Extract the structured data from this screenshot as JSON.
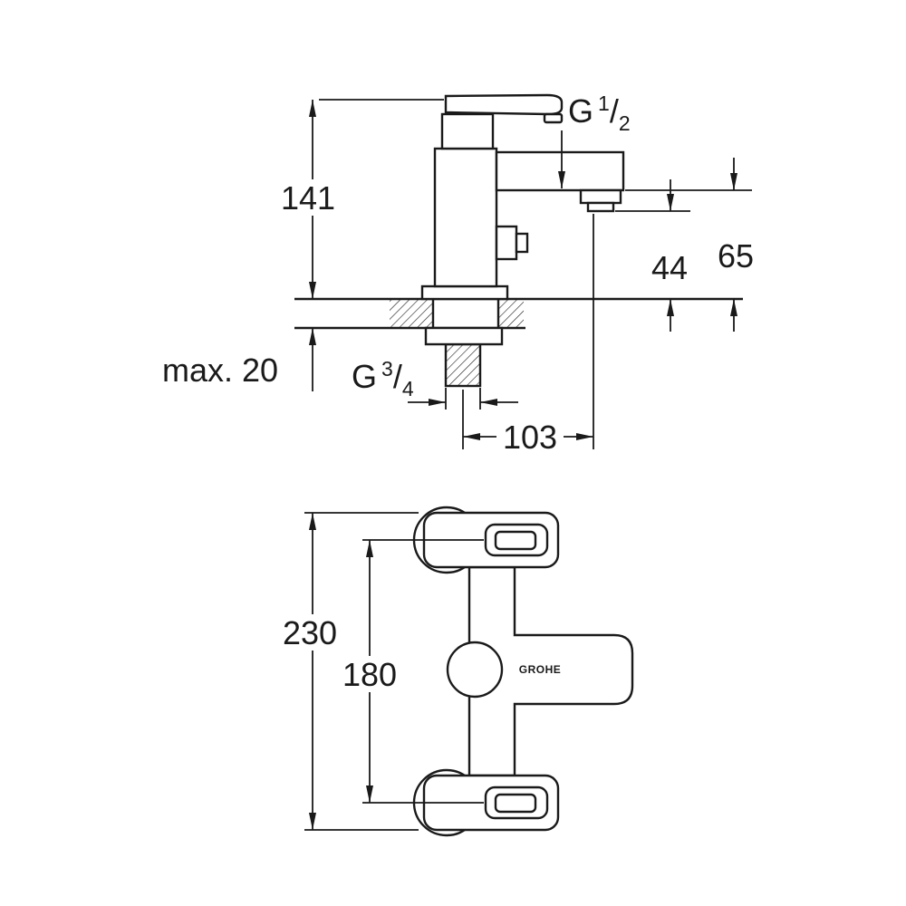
{
  "drawing": {
    "side_view": {
      "height_label": "141",
      "outlet_height_label": "44",
      "spout_height_label": "65",
      "deck_thickness_label": "max. 20",
      "projection_label": "103",
      "outlet_thread": {
        "prefix": "G",
        "numerator": "1",
        "separator": "/",
        "denominator": "2"
      },
      "shank_thread": {
        "prefix": "G",
        "numerator": "3",
        "separator": "/",
        "denominator": "4"
      }
    },
    "front_view": {
      "overall_height_label": "230",
      "centers_label": "180",
      "brand_label": "GROHE"
    }
  }
}
